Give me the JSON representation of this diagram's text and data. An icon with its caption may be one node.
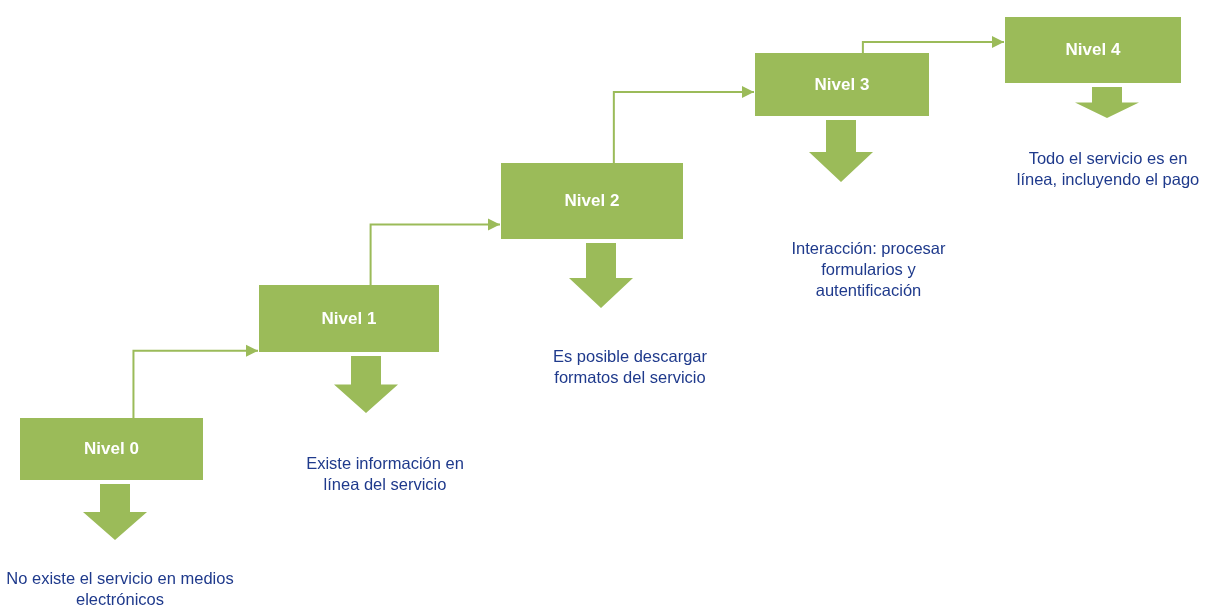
{
  "diagram": {
    "nodes": [
      {
        "text": [
          "Nivel 0"
        ]
      },
      {
        "text": [
          "No existe el servicio en medios electrónicos"
        ]
      },
      {
        "text": [
          "Nivel 1"
        ]
      },
      {
        "text": [
          "Existe información en línea del servicio"
        ]
      },
      {
        "text": [
          "Nivel 2"
        ]
      },
      {
        "text": [
          "Es posible descargar formatos del servicio"
        ]
      },
      {
        "text": [
          "Nivel 3"
        ]
      },
      {
        "text": [
          "Interacción: procesar formularios y autentificación"
        ]
      },
      {
        "text": [
          "Nivel 4"
        ]
      },
      {
        "text": [
          "Todo el servicio es en línea, incluyendo el pago"
        ]
      }
    ],
    "edges": [
      {
        "from": 0,
        "to": 1,
        "arrow": "to",
        "style": "thick"
      },
      {
        "from": 2,
        "to": 3,
        "arrow": "to",
        "style": "thick"
      },
      {
        "from": 4,
        "to": 5,
        "arrow": "to",
        "style": "thick"
      },
      {
        "from": 6,
        "to": 7,
        "arrow": "to",
        "style": "thick"
      },
      {
        "from": 8,
        "to": 9,
        "arrow": "to",
        "style": "thick"
      },
      {
        "from": 0,
        "to": 2,
        "arrow": "to"
      },
      {
        "from": 2,
        "to": 4,
        "arrow": "to"
      },
      {
        "from": 4,
        "to": 6,
        "arrow": "to"
      },
      {
        "from": 6,
        "to": 8,
        "arrow": "to"
      }
    ]
  }
}
